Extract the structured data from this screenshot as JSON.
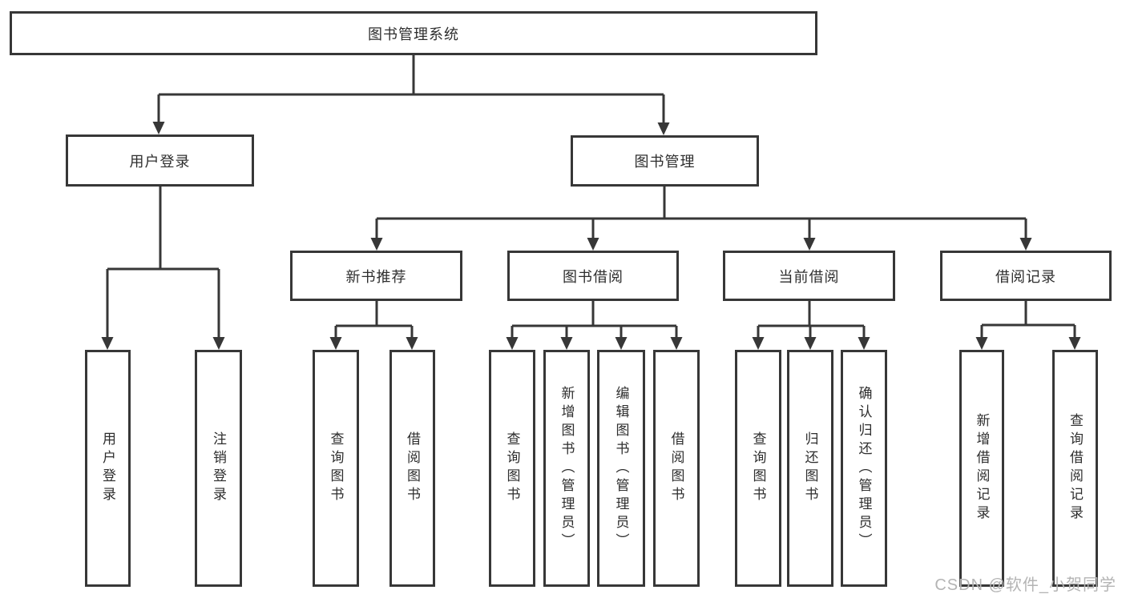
{
  "palette": {
    "line_color": "#373737",
    "text_color": "#2e2e2e",
    "background": "#ffffff",
    "watermark_color": "#b4b4b4"
  },
  "watermark": {
    "label": "CSDN @软件_小贺同学"
  },
  "nodes": {
    "root": {
      "label": "图书管理系统"
    },
    "user_login": {
      "label": "用户登录"
    },
    "book_management": {
      "label": "图书管理"
    },
    "new_book_recommend": {
      "label": "新书推荐"
    },
    "book_borrowing": {
      "label": "图书借阅"
    },
    "current_borrowing": {
      "label": "当前借阅"
    },
    "borrowing_records": {
      "label": "借阅记录"
    },
    "leaf_user_login": {
      "label": "用户登录"
    },
    "leaf_logout": {
      "label": "注销登录"
    },
    "leaf_query_books_recommend": {
      "label": "查询图书"
    },
    "leaf_borrow_books_recommend": {
      "label": "借阅图书"
    },
    "leaf_query_books_borrowing": {
      "label": "查询图书"
    },
    "leaf_add_books_admin": {
      "label": "新增图书（管理员）"
    },
    "leaf_edit_books_admin": {
      "label": "编辑图书（管理员）"
    },
    "leaf_borrow_books_borrowing": {
      "label": "借阅图书"
    },
    "leaf_query_books_current": {
      "label": "查询图书"
    },
    "leaf_return_books": {
      "label": "归还图书"
    },
    "leaf_confirm_return_admin": {
      "label": "确认归还（管理员）"
    },
    "leaf_add_borrow_record": {
      "label": "新增借阅记录"
    },
    "leaf_query_borrow_record": {
      "label": "查询借阅记录"
    }
  },
  "hierarchy": {
    "图书管理系统": [
      "用户登录",
      "图书管理"
    ],
    "用户登录": [
      "用户登录",
      "注销登录"
    ],
    "图书管理": [
      "新书推荐",
      "图书借阅",
      "当前借阅",
      "借阅记录"
    ],
    "新书推荐": [
      "查询图书",
      "借阅图书"
    ],
    "图书借阅": [
      "查询图书",
      "新增图书（管理员）",
      "编辑图书（管理员）",
      "借阅图书"
    ],
    "当前借阅": [
      "查询图书",
      "归还图书",
      "确认归还（管理员）"
    ],
    "借阅记录": [
      "新增借阅记录",
      "查询借阅记录"
    ]
  }
}
